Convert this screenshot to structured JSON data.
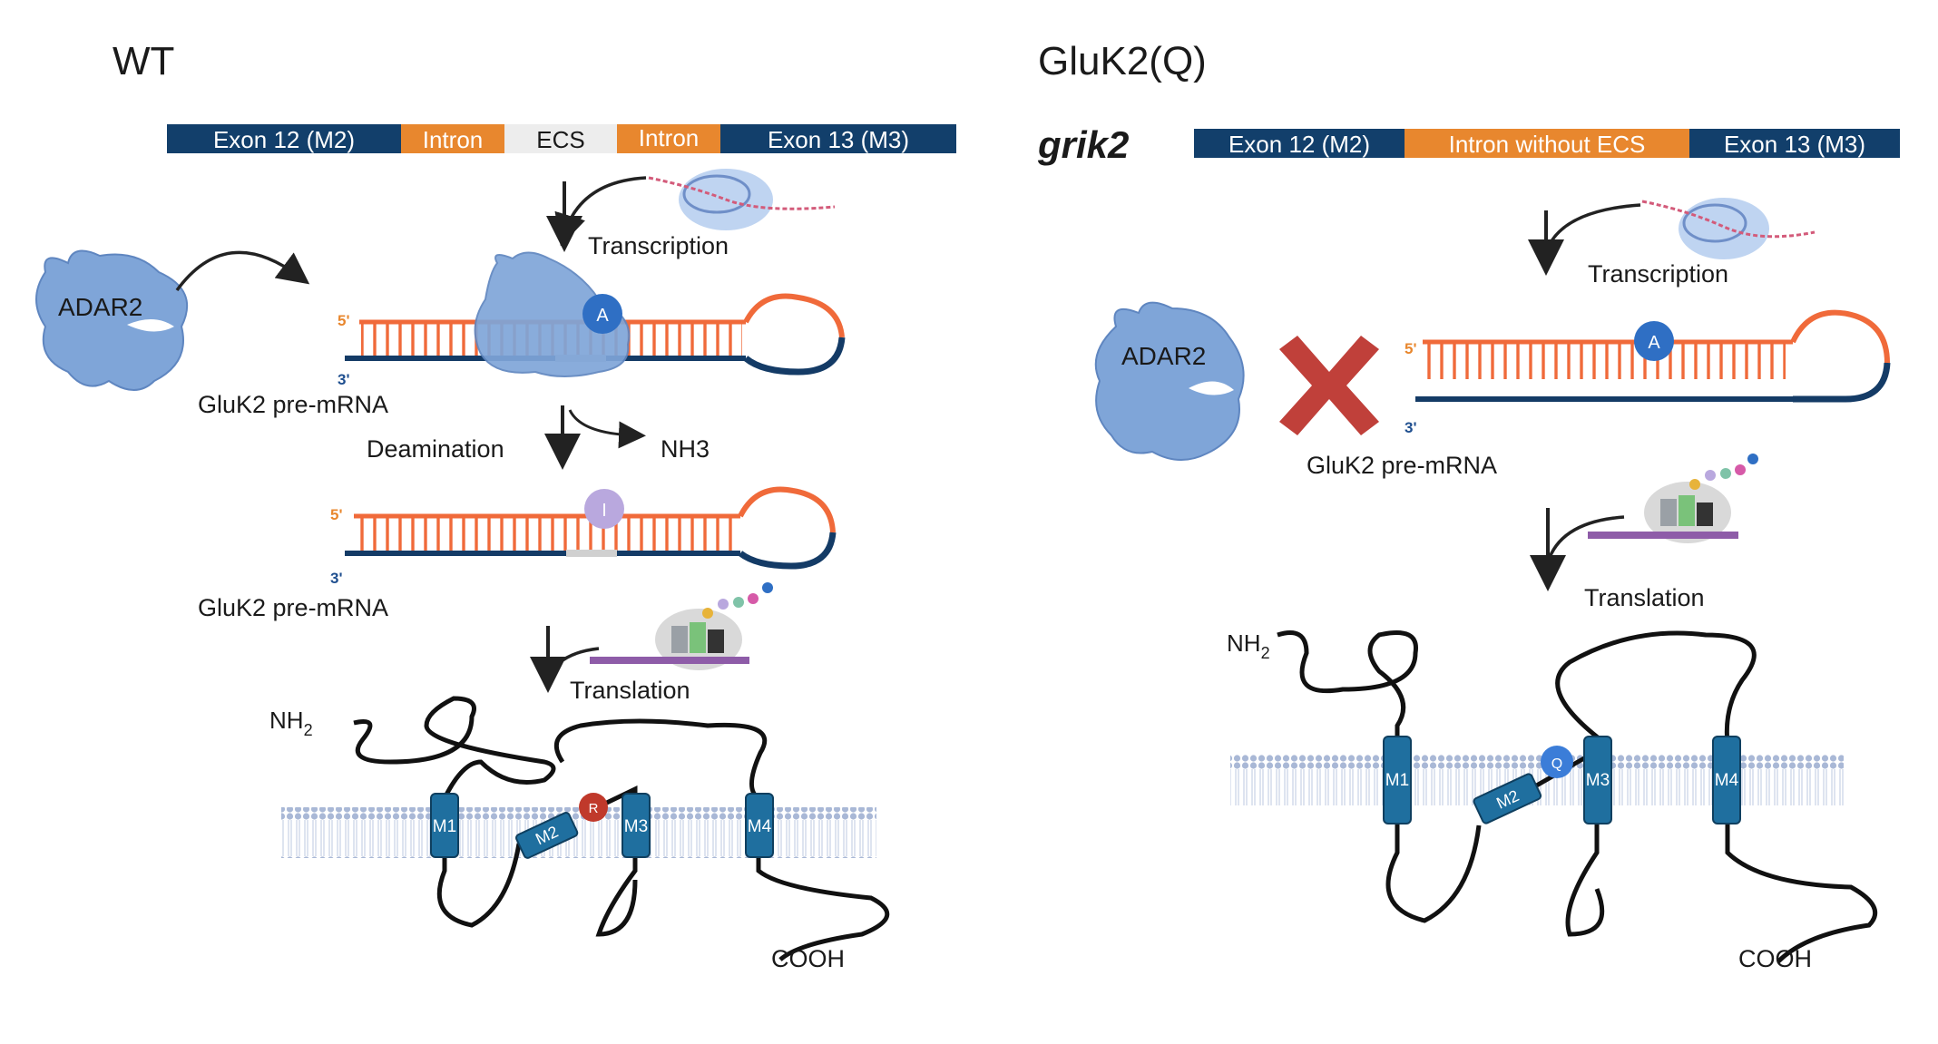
{
  "wt": {
    "title": "WT",
    "gene_segments": [
      "Exon 12 (M2)",
      "Intron",
      "ECS",
      "Intron",
      "Exon 13 (M3)"
    ],
    "transcription": "Transcription",
    "enzyme": "ADAR2",
    "five_prime": "5'",
    "three_prime": "3'",
    "adenosine": "A",
    "premrna": "GluK2 pre-mRNA",
    "deamination": "Deamination",
    "byproduct": "NH3",
    "inosine": "I",
    "premrna2": "GluK2 pre-mRNA",
    "translation": "Translation",
    "nh2": "NH",
    "nh2_sub": "2",
    "cooh": "COOH",
    "helices": [
      "M1",
      "M2",
      "M3",
      "M4"
    ],
    "site": "R"
  },
  "mut": {
    "title": "GluK2(Q)",
    "gene_name": "grik2",
    "gene_segments": [
      "Exon 12 (M2)",
      "Intron without ECS",
      "Exon 13 (M3)"
    ],
    "transcription": "Transcription",
    "enzyme": "ADAR2",
    "five_prime": "5'",
    "three_prime": "3'",
    "adenosine": "A",
    "premrna": "GluK2 pre-mRNA",
    "translation": "Translation",
    "nh2": "NH",
    "nh2_sub": "2",
    "cooh": "COOH",
    "helices": [
      "M1",
      "M2",
      "M3",
      "M4"
    ],
    "site": "Q"
  },
  "colors": {
    "exon": "#123f6b",
    "intron": "#e8872e",
    "ecs": "#ededed",
    "rna_top": "#f06a3a",
    "rna_bottom": "#143b66",
    "enzyme": "#7fa5d8",
    "helix": "#1f6f9f",
    "arg_site": "#c0392b",
    "gln_site": "#3b7dd8",
    "cross": "#c0403a",
    "membrane": "#a9b8d6"
  }
}
